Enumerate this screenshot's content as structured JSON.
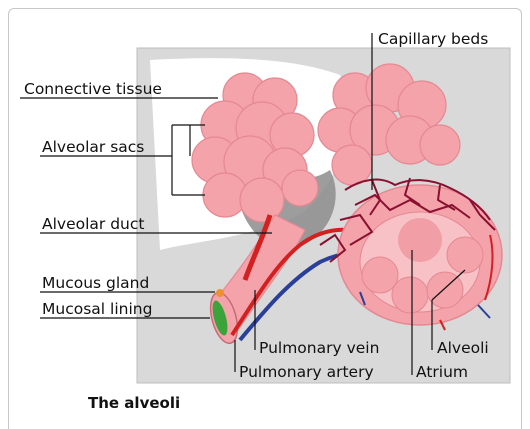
{
  "figure": {
    "caption": "The alveoli",
    "labels": {
      "capillary_beds": "Capillary beds",
      "connective_tissue": "Connective tissue",
      "alveolar_sacs": "Alveolar sacs",
      "alveolar_duct": "Alveolar duct",
      "mucous_gland": "Mucous gland",
      "mucosal_lining": "Mucosal lining",
      "pulmonary_vein": "Pulmonary vein",
      "pulmonary_artery": "Pulmonary artery",
      "alveoli": "Alveoli",
      "atrium": "Atrium"
    },
    "colors": {
      "background_box": "#d9d9d9",
      "shadow": "#8c8c8c",
      "alveolus_fill": "#f4a3ab",
      "alveolus_edge": "#e58892",
      "alveolus_inner": "#f7c1c6",
      "artery_red": "#d32020",
      "vein_blue": "#2a3f9a",
      "capillary": "#8a1030",
      "mucous_gland": "#f09030",
      "mucosal_lining": "#3aa33a"
    }
  }
}
